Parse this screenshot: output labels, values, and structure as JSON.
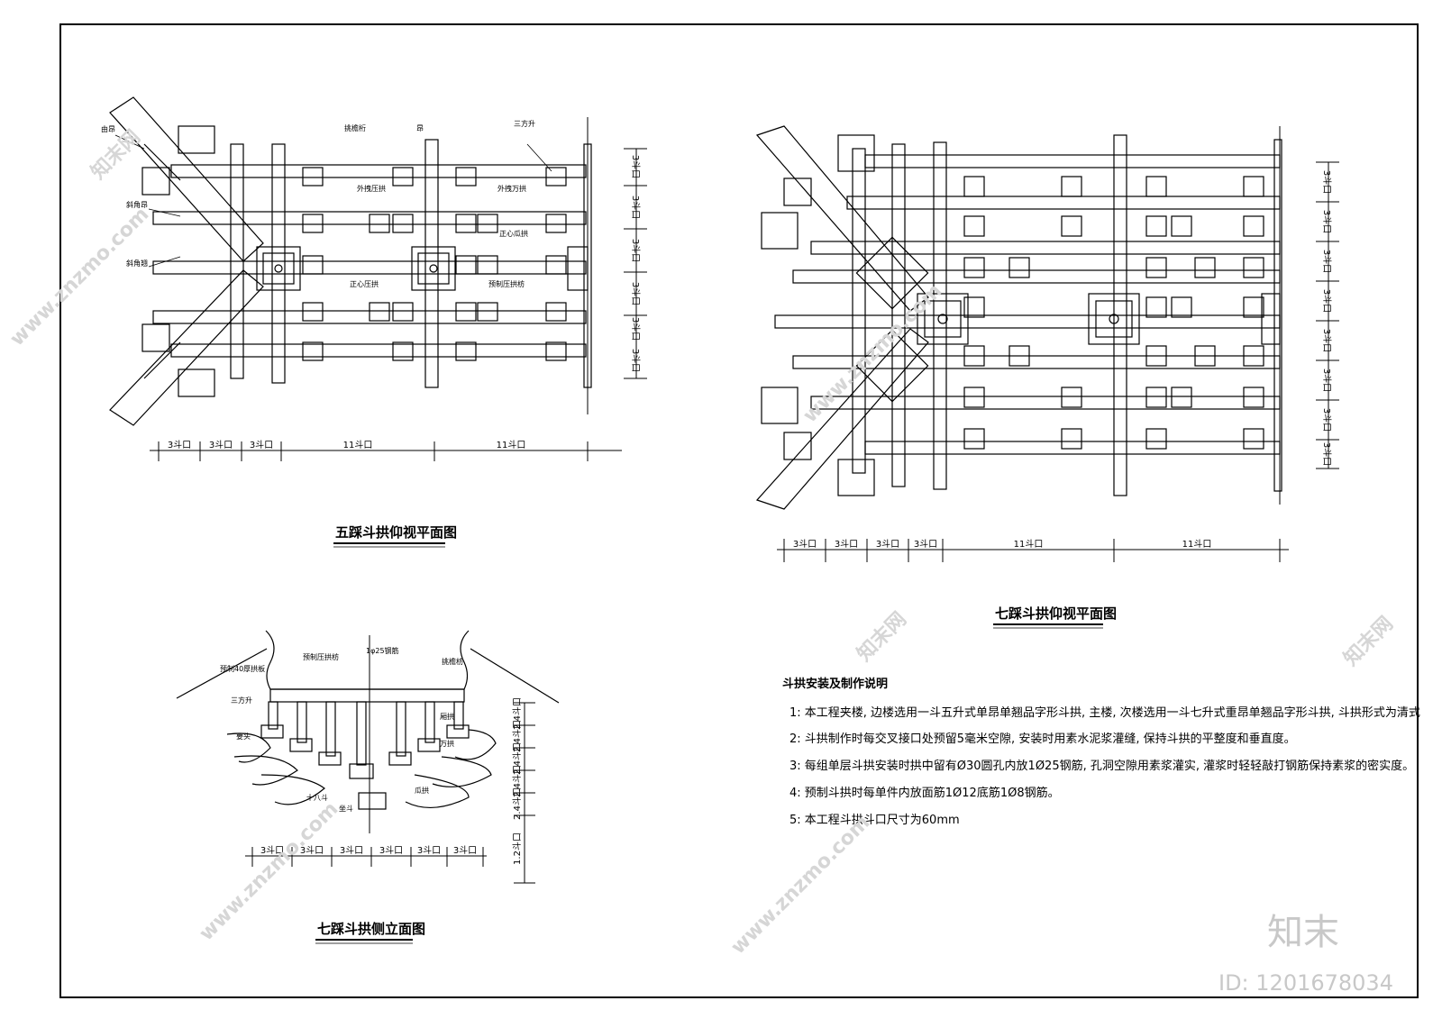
{
  "titles": {
    "wuchai_plan": "五踩斗拱仰视平面图",
    "qichai_plan": "七踩斗拱仰视平面图",
    "qichai_side": "七踩斗拱侧立面图"
  },
  "dims": {
    "d3": "3斗口",
    "d11": "11斗口",
    "d24": "2.4斗口",
    "d12": "1.2斗口"
  },
  "labels": {
    "youang": "由昂",
    "xiejiao_ang": "斜角昂",
    "xiejiao_qiao": "斜角翘",
    "tiaoyanfang": "挑檐桁",
    "ang": "昂",
    "sanfangsheng": "三方升",
    "waizhuai_yagong": "外拽压拱",
    "waizhuai_wangong": "外拽万拱",
    "zhengxin_gua": "正心瓜拱",
    "yuzhi_yagongfang": "预制压拱枋",
    "zhengxin_yagong": "正心压拱",
    "yuzhi_yagong": "预制压拱枋",
    "rebar": "1φ25钢筋",
    "yuzhi_40": "预制40厚拱板",
    "sanfang": "三方升",
    "yaotou": "要头",
    "shiba_dou": "十八斗",
    "zuodou": "坐斗",
    "xiangmu": "厢拱",
    "wangong": "万拱",
    "guagong": "瓜拱",
    "tiaoyanfang2": "挑檐枋"
  },
  "notes": {
    "heading": "斗拱安装及制作说明",
    "items": [
      "1: 本工程夹楼, 边楼选用一斗五升式单昂单翘品字形斗拱, 主楼, 次楼选用一斗七升式重昂单翘品字形斗拱, 斗拱形式为清式",
      "2: 斗拱制作时每交叉接口处预留5毫米空隙, 安装时用素水泥浆灌缝, 保持斗拱的平整度和垂直度。",
      "3: 每组单层斗拱安装时拱中留有Ø30圆孔内放1Ø25钢筋, 孔洞空隙用素浆灌实, 灌浆时轻轻敲打钢筋保持素浆的密实度。",
      "4: 预制斗拱时每单件内放面筋1Ø12底筋1Ø8钢筋。",
      "5: 本工程斗拱斗口尺寸为60mm"
    ]
  },
  "watermark": {
    "site": "www.znzmo.com",
    "brand_cn": "知末网",
    "logo": "知末",
    "id": "ID: 1201678034"
  }
}
